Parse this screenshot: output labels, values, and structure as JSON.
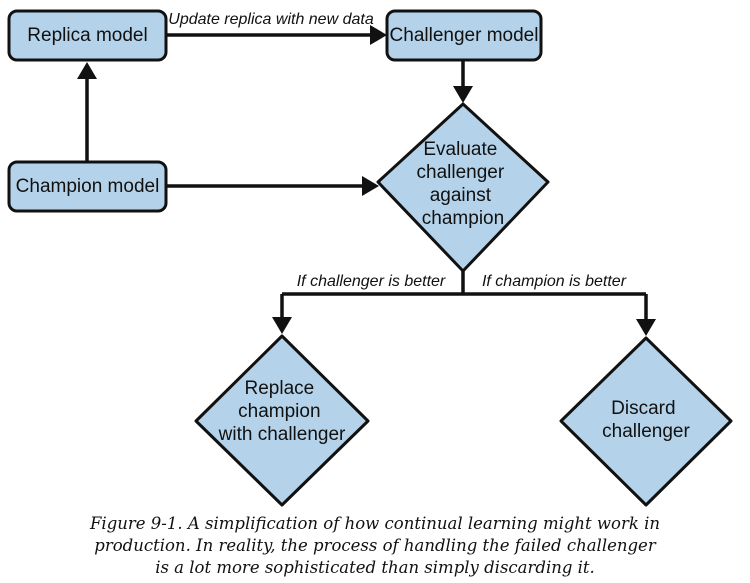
{
  "diagram": {
    "nodes": {
      "replica": {
        "label": "Replica model"
      },
      "challenger": {
        "label": "Challenger model"
      },
      "champion": {
        "label": "Champion model"
      },
      "evaluate": {
        "lines": [
          "Evaluate",
          "challenger",
          "against",
          "champion"
        ]
      },
      "replace": {
        "lines": [
          "Replace",
          "champion",
          "with challenger"
        ]
      },
      "discard": {
        "lines": [
          "Discard",
          "challenger"
        ]
      }
    },
    "edges": {
      "update": {
        "label": "Update replica with new data"
      },
      "challenger_better": {
        "label": "If challenger is better"
      },
      "champion_better": {
        "label": "If champion is better"
      }
    },
    "colors": {
      "node_fill": "#b4d3ea",
      "stroke": "#111111"
    }
  },
  "caption": {
    "lines": [
      "Figure 9-1. A simplification of how continual learning might work in",
      "production. In reality, the process of handling the failed challenger",
      "is a lot more sophisticated than simply discarding it."
    ]
  }
}
